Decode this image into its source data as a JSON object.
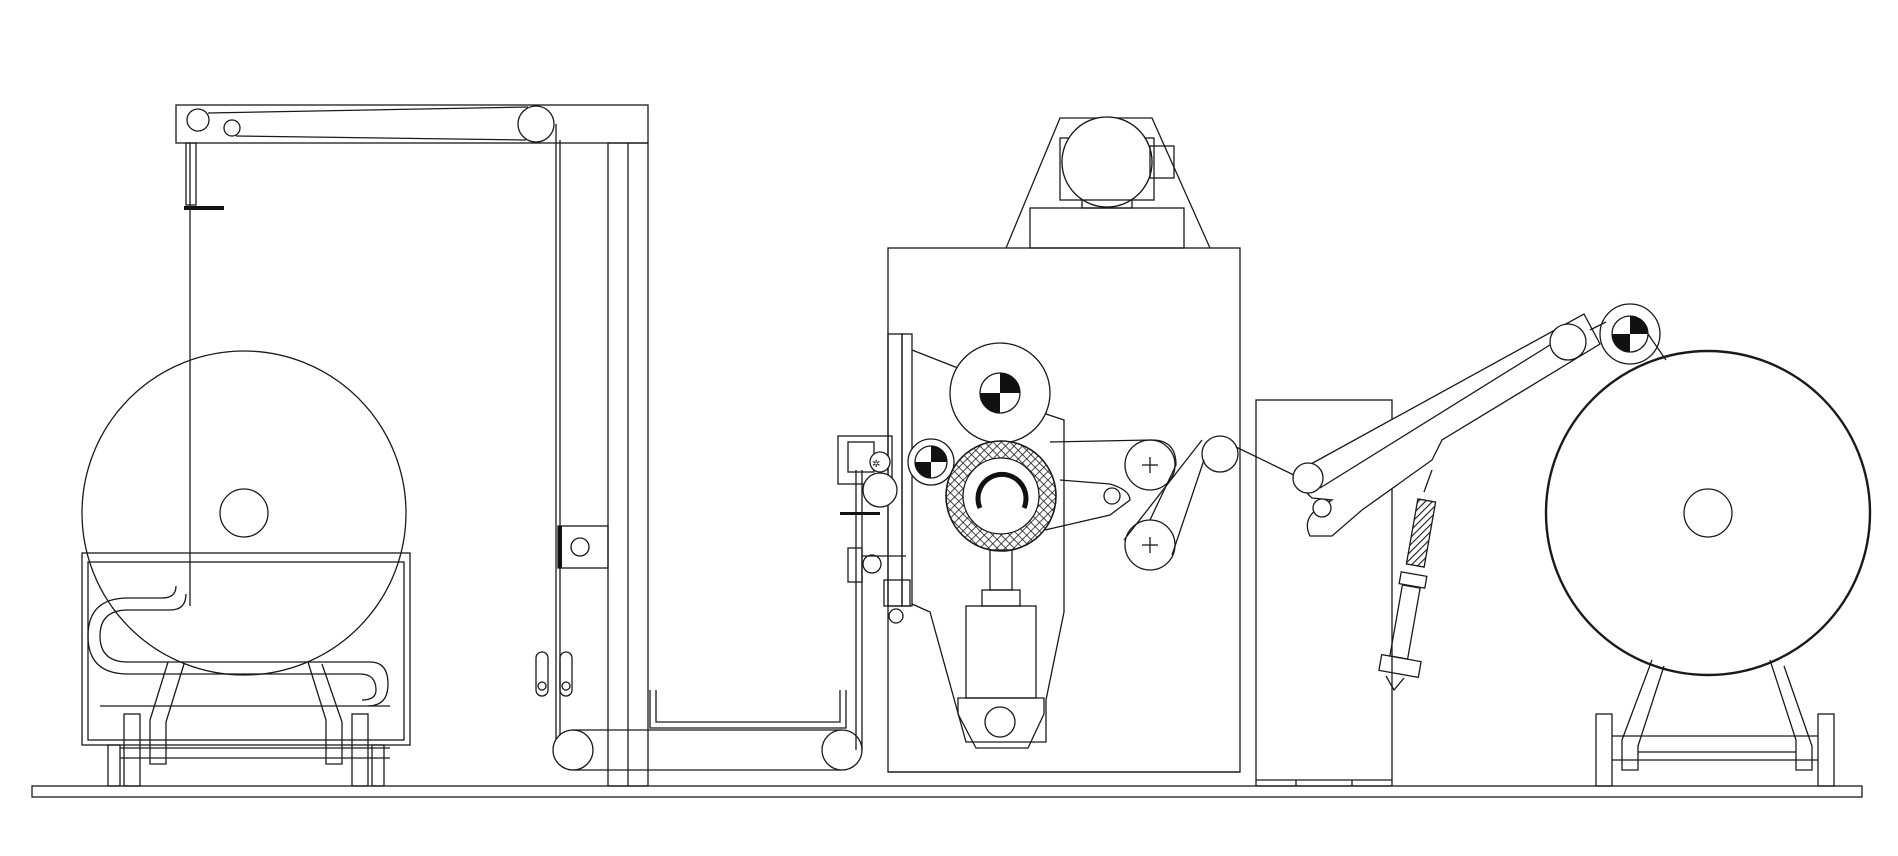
{
  "diagram": {
    "kind": "line-drawing",
    "subject": "web-processing-machine-side-view",
    "background": "#ffffff",
    "line_color": "#1a1a1a",
    "components": [
      "unwind-roll",
      "unwind-stand",
      "web-guide-tower",
      "accumulator-tray",
      "main-frame",
      "drive-motor",
      "cooling-roll",
      "coating-roll",
      "pressure-cylinder",
      "idler-rolls",
      "control-cabinet",
      "dancer-arm",
      "spring-damper",
      "rewind-roll",
      "rewind-stand",
      "base-plate"
    ]
  }
}
